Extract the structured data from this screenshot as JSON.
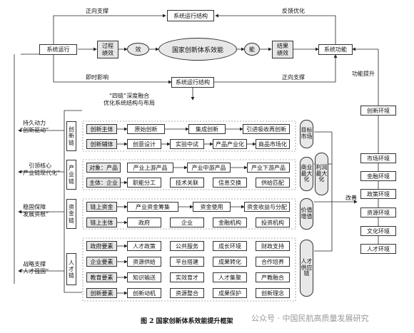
{
  "top": {
    "system_structure_top": "系统运行结构",
    "system_structure_bottom": "系统运行结构",
    "forward_support_left": "正向支撑",
    "feedback": "反馈优化",
    "system_operation": "系统运行",
    "process_efficiency": "过程绩效",
    "efficiency": "效",
    "core": "国家创新体系效能",
    "capability": "能",
    "result_efficiency": "结果绩效",
    "system_function": "系统功能",
    "instant_impact": "即时影响",
    "forward_support_right": "正向支撑",
    "function_upgrade": "功能提升"
  },
  "middle_title": "“四链”深度融合\n优化系统结构与布局",
  "left_goals": [
    {
      "label": "持久动力\n“创新驱动”"
    },
    {
      "label": "引领核心\n“产业链现代化”"
    },
    {
      "label": "稳固保障\n“发展资根”"
    },
    {
      "label": "战略支撑\n“人才强国”"
    }
  ],
  "chains": [
    {
      "name": "创新链",
      "rows": [
        {
          "label": "创新主体",
          "items": [
            "原始创新",
            "集成创新",
            "引进吸收再创新"
          ]
        },
        {
          "label": "创新辅体",
          "items": [
            "创意设计",
            "实验中试",
            "产品产业化",
            "商品市场化"
          ]
        }
      ],
      "outcome": "目标市场"
    },
    {
      "name": "产业链",
      "rows": [
        {
          "label": "对象：产品",
          "items": [
            "产业上游产品",
            "产业中游产品",
            "产业下游产品"
          ]
        },
        {
          "label": "主体：企业",
          "items": [
            "职能分工",
            "技术关联",
            "信息交换",
            "供给匹配"
          ]
        }
      ],
      "outcome": "商业最大化",
      "outcome2": "利润最大化"
    },
    {
      "name": "资金链",
      "rows": [
        {
          "label": "链上资金",
          "items": [
            "产业资金筹集",
            "资金使用",
            "资金收益与分配"
          ]
        },
        {
          "label": "链上主体",
          "items": [
            "政府",
            "企业",
            "金融机构",
            "投资机构"
          ]
        }
      ],
      "outcome": "价值增值"
    },
    {
      "name": "人才链",
      "rows": [
        {
          "label": "政府要素",
          "items": [
            "人才政策",
            "公共服务",
            "成长环境",
            "财政支持"
          ]
        },
        {
          "label": "企业要素",
          "items": [
            "资源供给",
            "平台搭建",
            "成果转化",
            "合作培养"
          ]
        },
        {
          "label": "教育要素",
          "items": [
            "知识输送",
            "实效育才",
            "人才集聚",
            "产教融合"
          ]
        },
        {
          "label": "创新要素",
          "items": [
            "创新动机",
            "资源整合",
            "成果保护",
            "创新理念"
          ]
        }
      ],
      "outcome": "人才供应链"
    }
  ],
  "improve": "改善",
  "environments": [
    "创新环境",
    "市场环境",
    "金融环境",
    "政策环境",
    "资源环境",
    "文化环境",
    "人才环境"
  ],
  "caption": "图 2  国家创新体系效能提升框架",
  "watermark": "公众号 · 中国民航高质量发展研究"
}
